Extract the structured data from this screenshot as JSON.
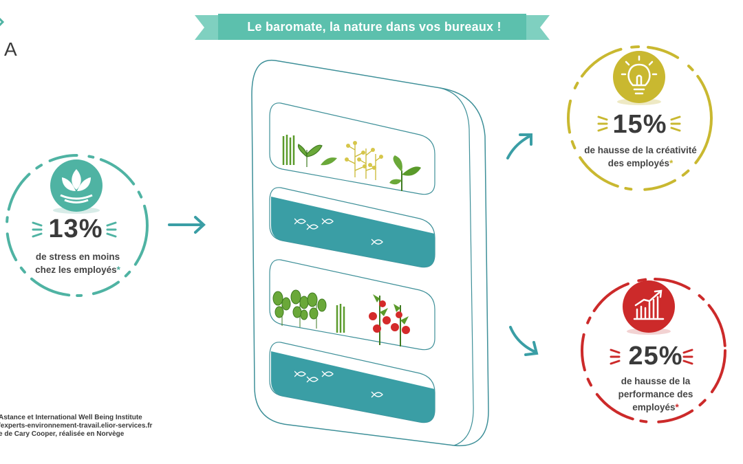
{
  "banner": {
    "title": "Le baromate, la nature dans vos bureaux !"
  },
  "corner": {
    "letter": "A"
  },
  "stats": {
    "stress": {
      "value": "13%",
      "line1": "de stress en moins",
      "line2": "chez les employés",
      "star": "*"
    },
    "creativity": {
      "value": "15%",
      "line1": "de hausse de la créativité",
      "line2": "des employés",
      "star": "*"
    },
    "performance": {
      "value": "25%",
      "line1": "de hausse de la",
      "line2": "performance des",
      "line3": "employés",
      "star": "*"
    }
  },
  "footnotes": [
    "Astance et International Well Being Institute",
    "/experts-environnement-travail.elior-services.fr",
    "e de Cary Cooper, réalisée en Norvège"
  ],
  "colors": {
    "teal": "#4fb3a3",
    "banner_teal": "#5cc0ad",
    "tank_teal": "#3a9ea5",
    "yellow": "#c9b830",
    "red": "#cc2a2a",
    "outline": "#3d8f98"
  },
  "icons": [
    "lotus-icon",
    "lightbulb-icon",
    "growth-chart-icon",
    "arrow-icon",
    "fish-icon",
    "plant-icon",
    "tomato-plant-icon"
  ]
}
